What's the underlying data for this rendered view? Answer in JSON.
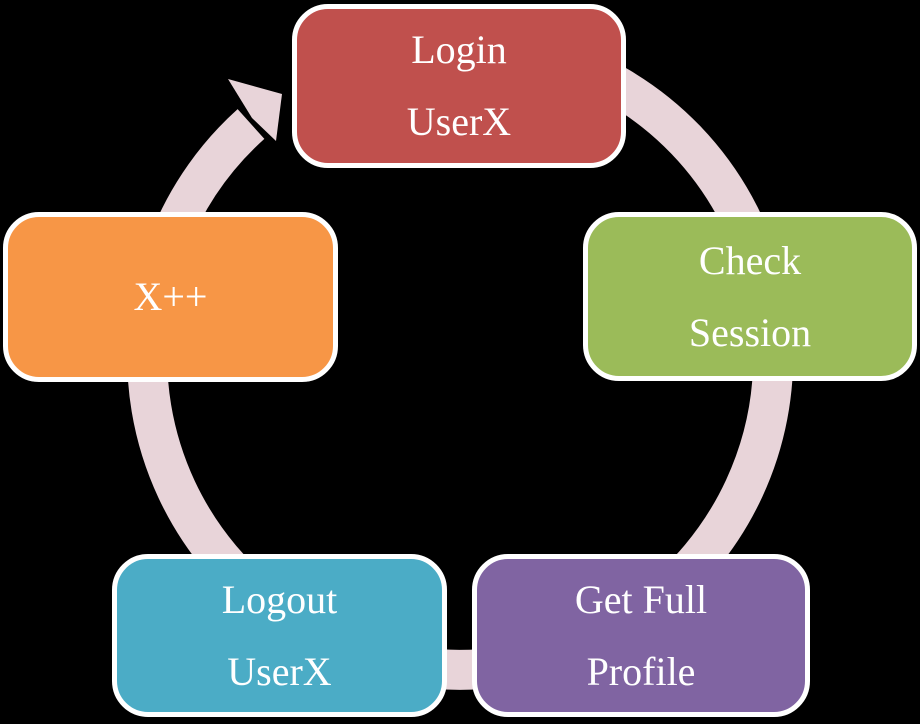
{
  "canvas_background": "#000000",
  "diagram": {
    "type": "cycle",
    "direction": "clockwise",
    "arrow_color": "#E8D4D9",
    "node_border_color": "#FFFFFF",
    "node_text_color": "#FFFFFF",
    "nodes": [
      {
        "label": "Login UserX",
        "lines": [
          "Login",
          "UserX"
        ],
        "color": "#C0504D",
        "position": "top"
      },
      {
        "label": "Check Session",
        "lines": [
          "Check",
          "Session"
        ],
        "color": "#9BBB59",
        "position": "right"
      },
      {
        "label": "Get Full Profile",
        "lines": [
          "Get Full",
          "Profile"
        ],
        "color": "#8064A2",
        "position": "bottom-right"
      },
      {
        "label": "Logout UserX",
        "lines": [
          "Logout",
          "UserX"
        ],
        "color": "#4BACC6",
        "position": "bottom-left"
      },
      {
        "label": "X++",
        "lines": [
          "X++",
          ""
        ],
        "color": "#F79646",
        "position": "left"
      }
    ]
  }
}
